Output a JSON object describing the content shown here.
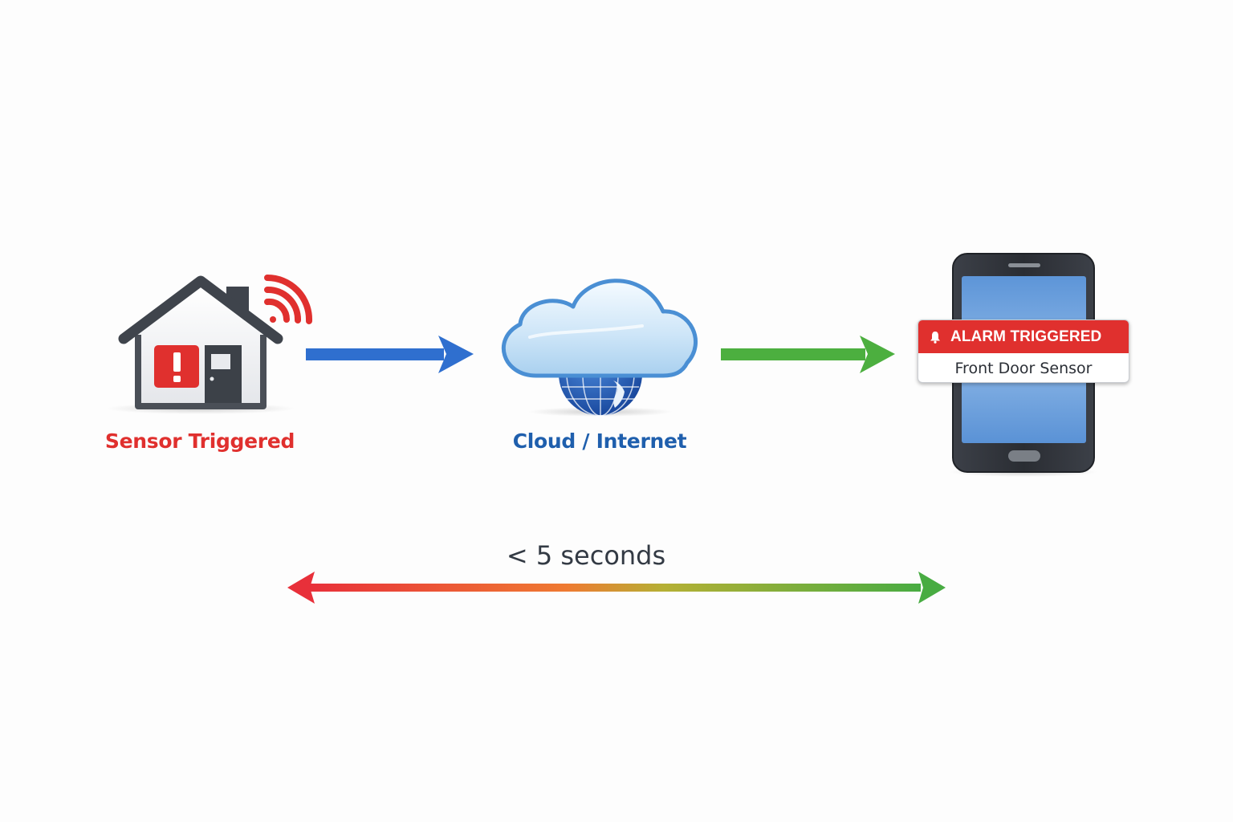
{
  "colors": {
    "alert_red": "#e0302e",
    "flow_blue": "#2f6fcf",
    "flow_green": "#4caf3f",
    "label_blue": "#1f5fad",
    "text_dark": "#333a44"
  },
  "nodes": {
    "sensor": {
      "label": "Sensor Triggered",
      "icon": "house-alarm-icon"
    },
    "cloud": {
      "label": "Cloud / Internet",
      "icon": "cloud-globe-icon"
    },
    "phone": {
      "icon": "smartphone-icon",
      "notification": {
        "title": "ALARM TRIGGERED",
        "body": "Front Door Sensor",
        "icon": "bell-icon"
      }
    }
  },
  "timeline": {
    "label": "< 5 seconds",
    "gradient_from": "#e8303a",
    "gradient_mid": "#ef7a32",
    "gradient_to": "#48ac42"
  }
}
